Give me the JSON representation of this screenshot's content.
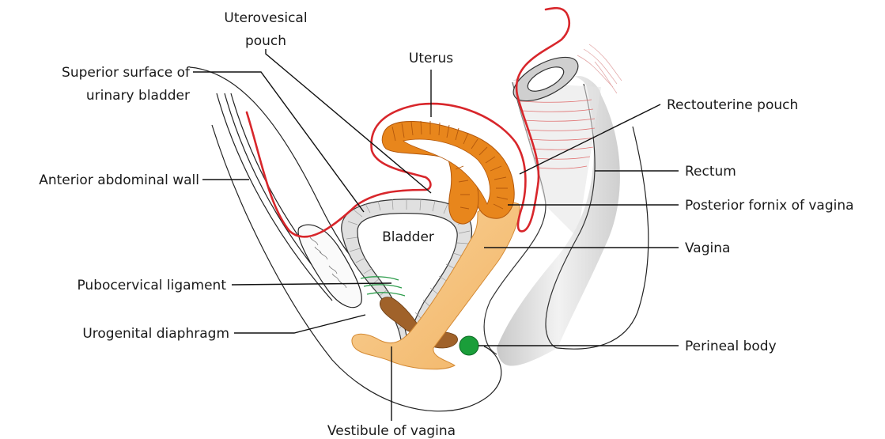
{
  "labels": {
    "uterovesical_line1": "Uterovesical",
    "uterovesical_line2": "pouch",
    "uterus": "Uterus",
    "superior_surface_line1": "Superior surface of",
    "superior_surface_line2": "urinary bladder",
    "rectouterine_pouch": "Rectouterine pouch",
    "rectum": "Rectum",
    "anterior_abdominal_wall": "Anterior abdominal wall",
    "posterior_fornix": "Posterior fornix of vagina",
    "bladder": "Bladder",
    "vagina": "Vagina",
    "pubocervical_ligament": "Pubocervical ligament",
    "urogenital_diaphragm": "Urogenital diaphragm",
    "perineal_body": "Perineal body",
    "vestibule": "Vestibule of vagina"
  },
  "colors": {
    "uterus": "#e8861c",
    "uterus_stripes": "#b3580c",
    "vagina": "#f6c27c",
    "peritoneum": "#d8262b",
    "bladder_wall": "#d9d9d9",
    "rectum": "#dcdcdc",
    "perineal_body": "#1a9e3a",
    "urogenital_diaphragm": "#a0622a",
    "pubocervical_ligament": "#2e9d4c"
  }
}
